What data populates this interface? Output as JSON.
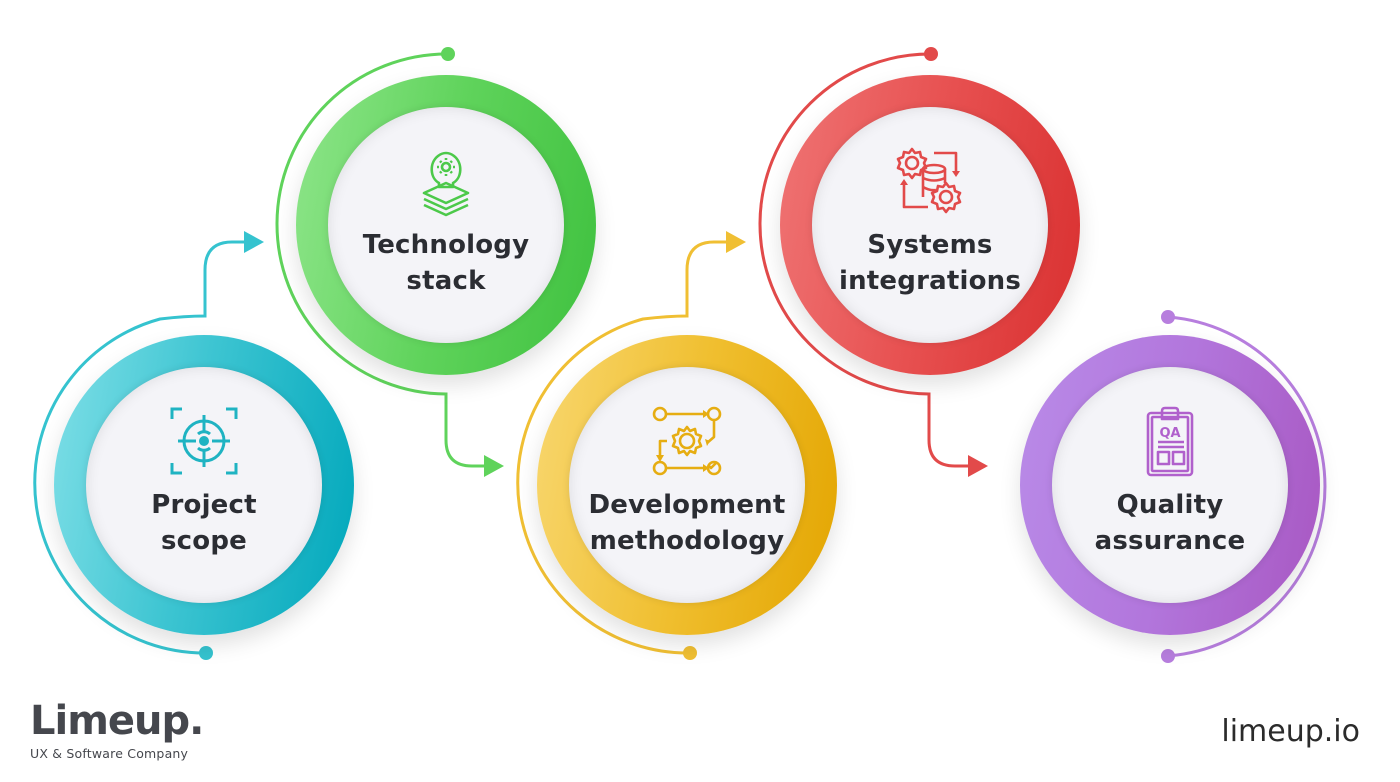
{
  "diagram": {
    "type": "process-flow",
    "steps": [
      {
        "label_line1": "Project",
        "label_line2": "scope",
        "icon": "target-crosshair-icon",
        "color": "#29bfcc"
      },
      {
        "label_line1": "Technology",
        "label_line2": "stack",
        "icon": "lightbulb-gear-layers-icon",
        "color": "#5dd15a"
      },
      {
        "label_line1": "Development",
        "label_line2": "methodology",
        "icon": "gear-workflow-icon",
        "color": "#f0bb2a"
      },
      {
        "label_line1": "Systems",
        "label_line2": "integrations",
        "icon": "gears-database-sync-icon",
        "color": "#e24a4a"
      },
      {
        "label_line1": "Quality",
        "label_line2": "assurance",
        "icon": "qa-clipboard-icon",
        "color": "#b170d8"
      }
    ]
  },
  "footer": {
    "brand_name": "Limeup.",
    "brand_tagline": "UX & Software Company",
    "site_url": "limeup.io"
  }
}
